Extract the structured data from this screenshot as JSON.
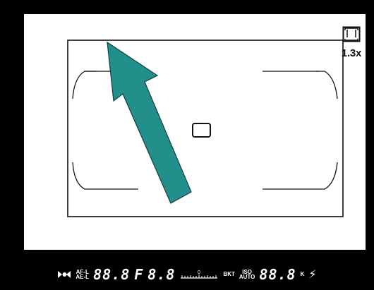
{
  "viewfinder": {
    "crop": {
      "icon": "crop-frame-icon",
      "label": "1.3x"
    }
  },
  "info_bar": {
    "focus_indicator_icon": "focus-indicator-icon",
    "af_mode": "AF-L",
    "ae_mode": "AE-L",
    "shutter": "88.8",
    "aperture_prefix": "F",
    "aperture": "8.8",
    "exposure_zero": "0",
    "bkt": "BKT",
    "iso_top": "ISO",
    "iso_bottom": "AUTO",
    "iso_value": "88.8",
    "k_label": "K",
    "flash_icon": "flash-ready-icon"
  }
}
